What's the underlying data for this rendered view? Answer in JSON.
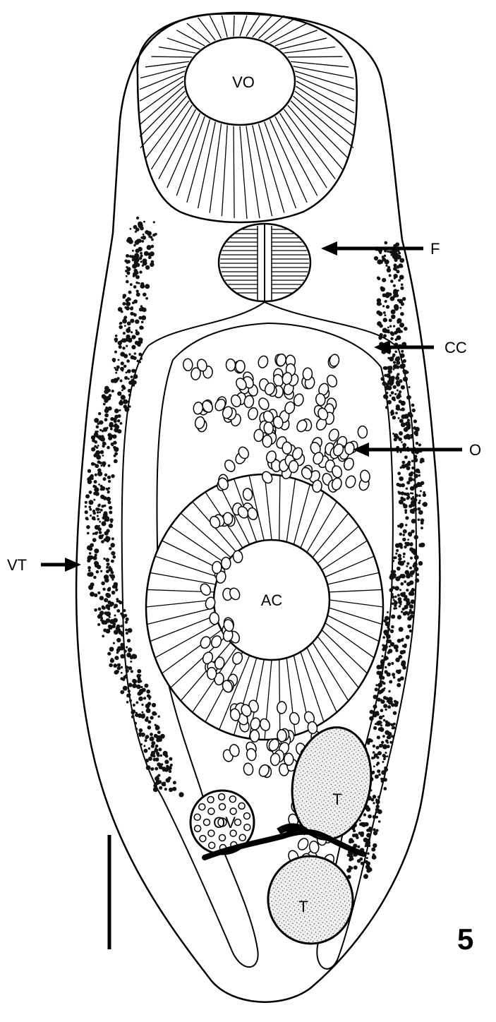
{
  "figure": {
    "number": "5",
    "labels": {
      "ventral_sucker": "VO",
      "pharynx": "F",
      "caeca": "CC",
      "eggs": "O",
      "vitellaria": "VT",
      "acetabulum": "AC",
      "ovary": "OV",
      "testis_anterior": "T",
      "testis_posterior": "T"
    }
  }
}
